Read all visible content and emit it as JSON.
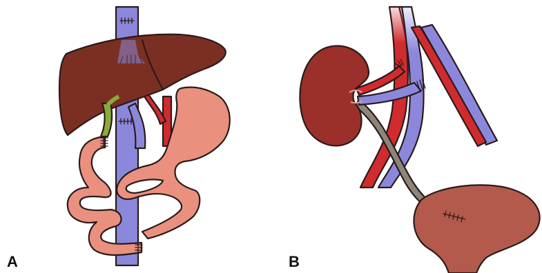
{
  "panels": [
    {
      "id": "A",
      "label": "A"
    },
    {
      "id": "B",
      "label": "B"
    }
  ],
  "colors": {
    "liver": "#7b2f23",
    "intestine": "#e9907e",
    "vein": "#8b88dc",
    "artery": "#d02b2f",
    "bile_duct": "#8aab3a",
    "kidney": "#9a3029",
    "ureter": "#8e8579",
    "bladder": "#b35a4c",
    "outline": "#2a1a1a"
  },
  "icons": {
    "liver": "liver-organ",
    "kidney": "kidney-organ",
    "bladder": "bladder-organ"
  }
}
